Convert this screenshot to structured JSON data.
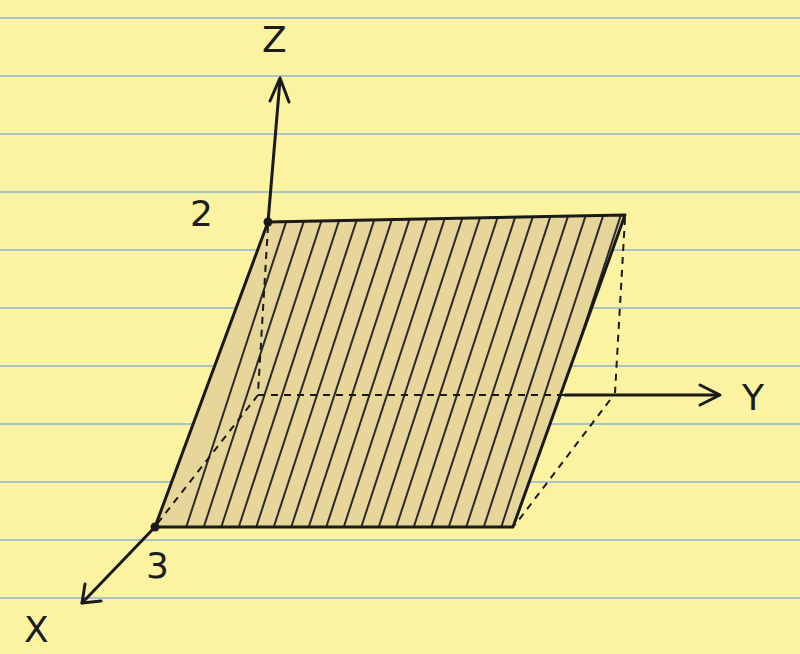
{
  "diagram": {
    "labels": [
      "Z",
      "2",
      "Y",
      "3",
      "X"
    ]
  }
}
